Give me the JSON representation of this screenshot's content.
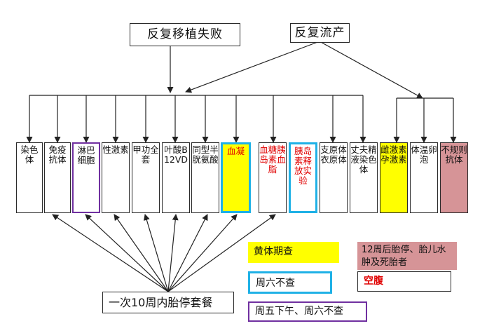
{
  "top": {
    "implant_failure": "反复移植失败",
    "recurrent_miscarriage": "反复流产"
  },
  "items": [
    {
      "label": "染色体"
    },
    {
      "label": "免疫抗体"
    },
    {
      "label": "淋巴细胞"
    },
    {
      "label": "性激素"
    },
    {
      "label": "甲功全套"
    },
    {
      "label": "叶酸B12VD"
    },
    {
      "label": "同型半胱氨酸"
    },
    {
      "label": "血凝"
    },
    {
      "label": "血糖胰岛素血脂"
    },
    {
      "label": "胰岛素释放实验"
    },
    {
      "label": "支原体衣原体"
    },
    {
      "label": "丈夫精液染色体"
    },
    {
      "label": "雌激素孕激素"
    },
    {
      "label": "体温卵泡"
    },
    {
      "label": "不规则抗体"
    }
  ],
  "bottom": {
    "package": "一次10周内胎停套餐"
  },
  "legend": {
    "luteal": "黄体期查",
    "saturday_no": "周六不查",
    "friday_pm": "周五下午、周六不查",
    "after_12_weeks": "12周后胎停、胎儿水肿及死胎者",
    "fasting": "空腹"
  },
  "colors": {
    "yellow": "#ffff00",
    "blue_border": "#1fb1e6",
    "purple_border": "#7030a0",
    "pink": "#d69497",
    "red_text": "#e00000"
  }
}
